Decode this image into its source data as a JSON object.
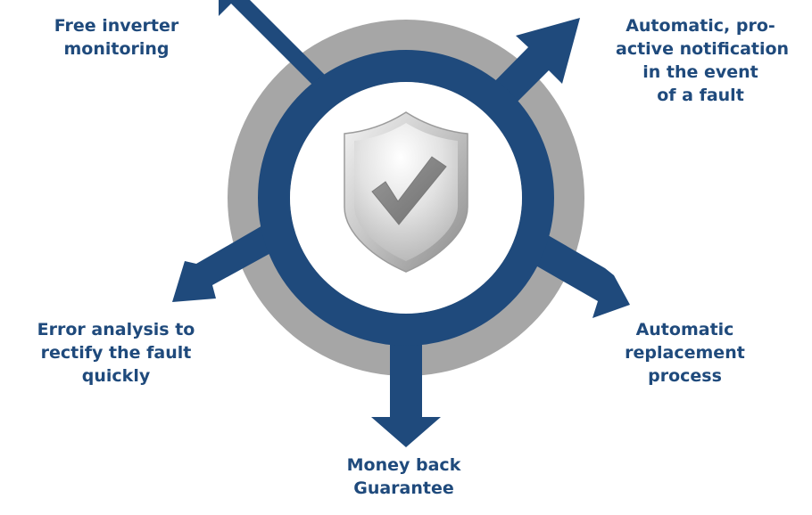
{
  "diagram": {
    "center_icon": "shield-check-icon",
    "colors": {
      "arrow": "#1f4a7c",
      "ring": "#a6a6a6",
      "label": "#1f4a7c"
    },
    "labels": {
      "top_left": [
        "Free inverter",
        "monitoring"
      ],
      "top_right": [
        "Automatic, pro-",
        "active notification",
        "in the event",
        "of a fault"
      ],
      "left": [
        "Error analysis to",
        "rectify the fault",
        "quickly"
      ],
      "right": [
        "Automatic",
        "replacement",
        "process"
      ],
      "bottom": [
        "Money back",
        "Guarantee"
      ]
    }
  }
}
